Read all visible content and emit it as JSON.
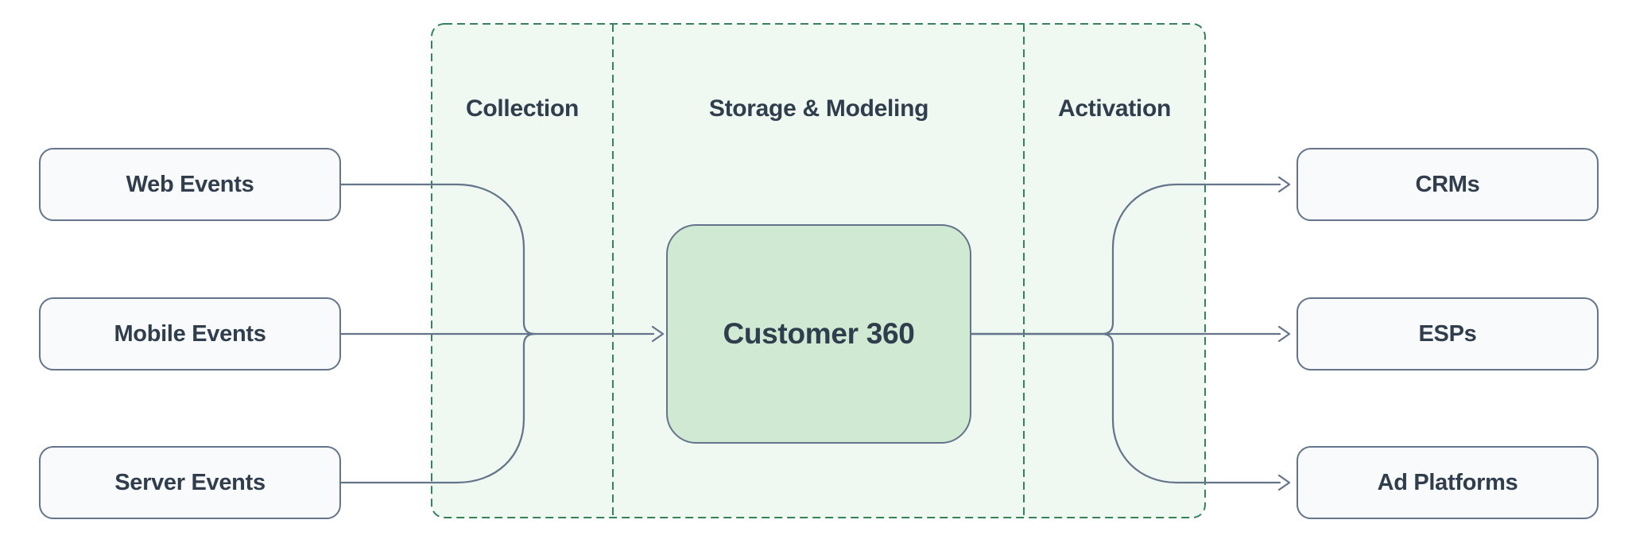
{
  "colors": {
    "node_fill": "#f8fafc",
    "node_border": "#64748b",
    "hub_fill": "#cfe9d2",
    "container_fill": "#eff8f1",
    "container_border": "#35825b",
    "connector": "#64748b",
    "text": "#2f3d4d"
  },
  "pipeline": {
    "sources": [
      {
        "label": "Web Events"
      },
      {
        "label": "Mobile Events"
      },
      {
        "label": "Server Events"
      }
    ],
    "stages": [
      {
        "label": "Collection"
      },
      {
        "label": "Storage & Modeling"
      },
      {
        "label": "Activation"
      }
    ],
    "hub": {
      "label": "Customer 360"
    },
    "destinations": [
      {
        "label": "CRMs"
      },
      {
        "label": "ESPs"
      },
      {
        "label": "Ad Platforms"
      }
    ]
  }
}
